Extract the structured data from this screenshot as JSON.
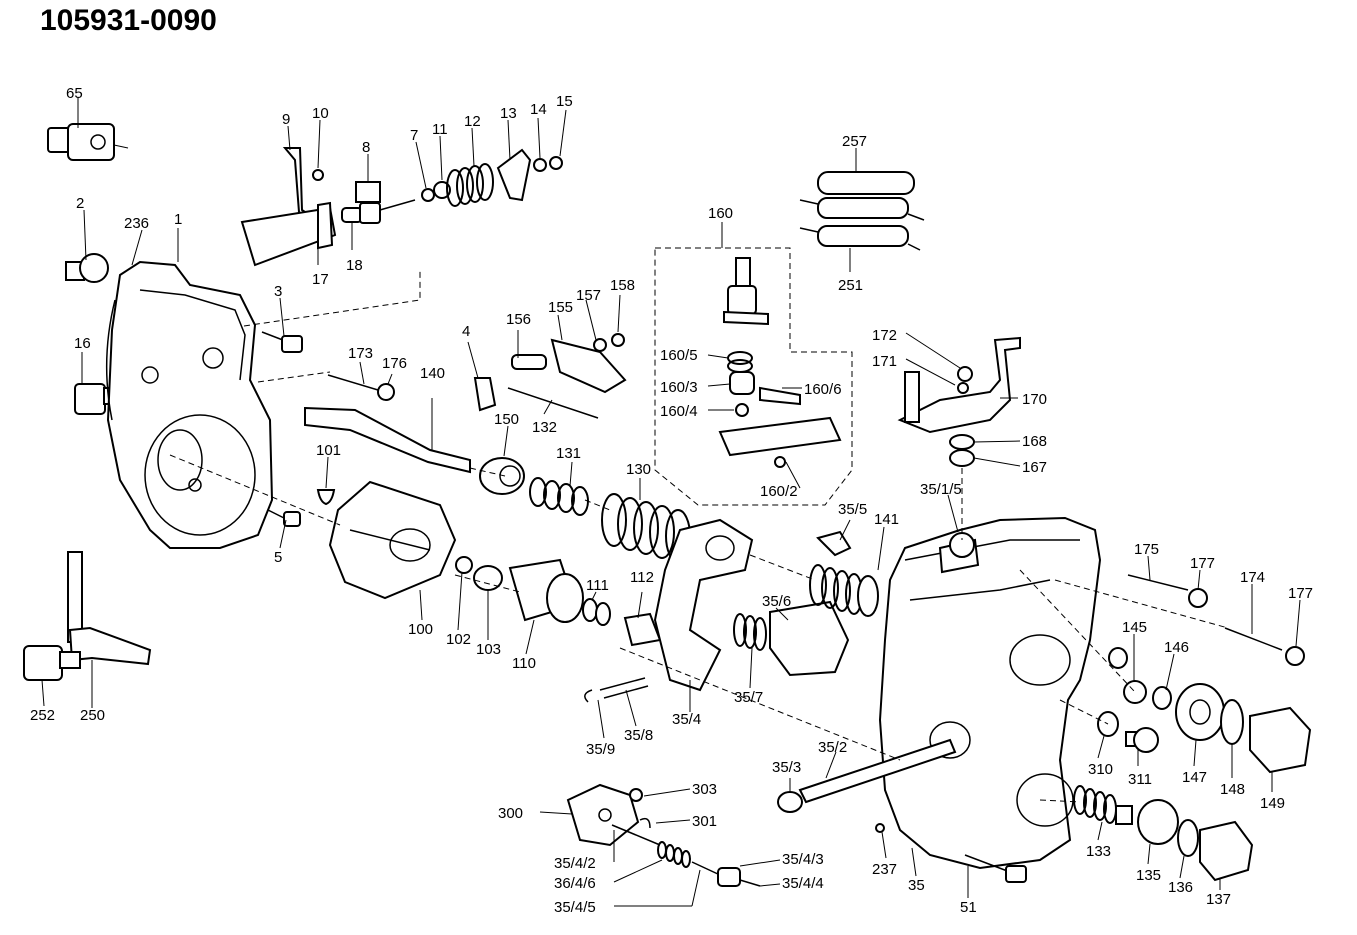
{
  "title": "105931-0090",
  "labels": {
    "l65": "65",
    "l9": "9",
    "l10": "10",
    "l8": "8",
    "l7": "7",
    "l11": "11",
    "l12": "12",
    "l13": "13",
    "l14": "14",
    "l15": "15",
    "l257": "257",
    "l160": "160",
    "l2": "2",
    "l236": "236",
    "l1": "1",
    "l17": "17",
    "l18": "18",
    "l251": "251",
    "l3": "3",
    "l157": "157",
    "l158": "158",
    "l155": "155",
    "l156": "156",
    "l16": "16",
    "l173": "173",
    "l176": "176",
    "l4": "4",
    "l172": "172",
    "l160_5": "160/5",
    "l171": "171",
    "l160_3": "160/3",
    "l160_6": "160/6",
    "l170": "170",
    "l140": "140",
    "l160_4": "160/4",
    "l132": "132",
    "l150": "150",
    "l168": "168",
    "l167": "167",
    "l101": "101",
    "l131": "131",
    "l130": "130",
    "l160_2": "160/2",
    "l35_1_5": "35/1/5",
    "l35_5": "35/5",
    "l141": "141",
    "l5": "5",
    "l175": "175",
    "l177a": "177",
    "l174": "174",
    "l177b": "177",
    "l111": "111",
    "l112": "112",
    "l35_6": "35/6",
    "l145": "145",
    "l146": "146",
    "l100": "100",
    "l102": "102",
    "l103": "103",
    "l110": "110",
    "l252": "252",
    "l250": "250",
    "l35_7": "35/7",
    "l35_8": "35/8",
    "l35_4": "35/4",
    "l35_9": "35/9",
    "l35_2": "35/2",
    "l35_3": "35/3",
    "l310": "310",
    "l311": "311",
    "l147": "147",
    "l148": "148",
    "l149": "149",
    "l303": "303",
    "l300": "300",
    "l301": "301",
    "l35_4_2": "35/4/2",
    "l36_4_6": "36/4/6",
    "l35_4_5": "35/4/5",
    "l35_4_3": "35/4/3",
    "l35_4_4": "35/4/4",
    "l133": "133",
    "l237": "237",
    "l35": "35",
    "l51": "51",
    "l135": "135",
    "l136": "136",
    "l137": "137"
  }
}
